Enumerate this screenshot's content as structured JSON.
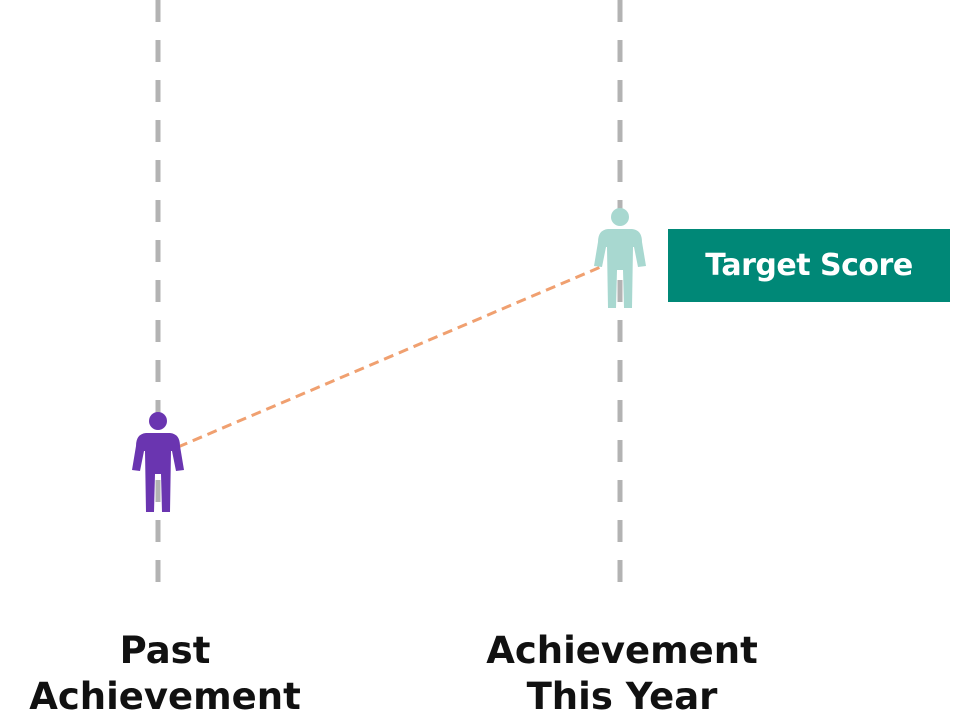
{
  "columns": [
    {
      "id": "past",
      "label_lines": [
        "Past",
        "Achievement"
      ]
    },
    {
      "id": "now",
      "label_lines": [
        "Achievement",
        "This Year"
      ]
    }
  ],
  "target_badge": {
    "label": "Target Score"
  },
  "colors": {
    "guide_line": "#b3b3b3",
    "past_person": "#6a35b0",
    "target_person": "#a8d8d0",
    "connector": "#f0a070",
    "badge_bg": "#008877",
    "badge_text": "#ffffff",
    "label_text": "#111111"
  },
  "icons": {
    "past_person": "person-icon",
    "target_person": "person-icon"
  }
}
